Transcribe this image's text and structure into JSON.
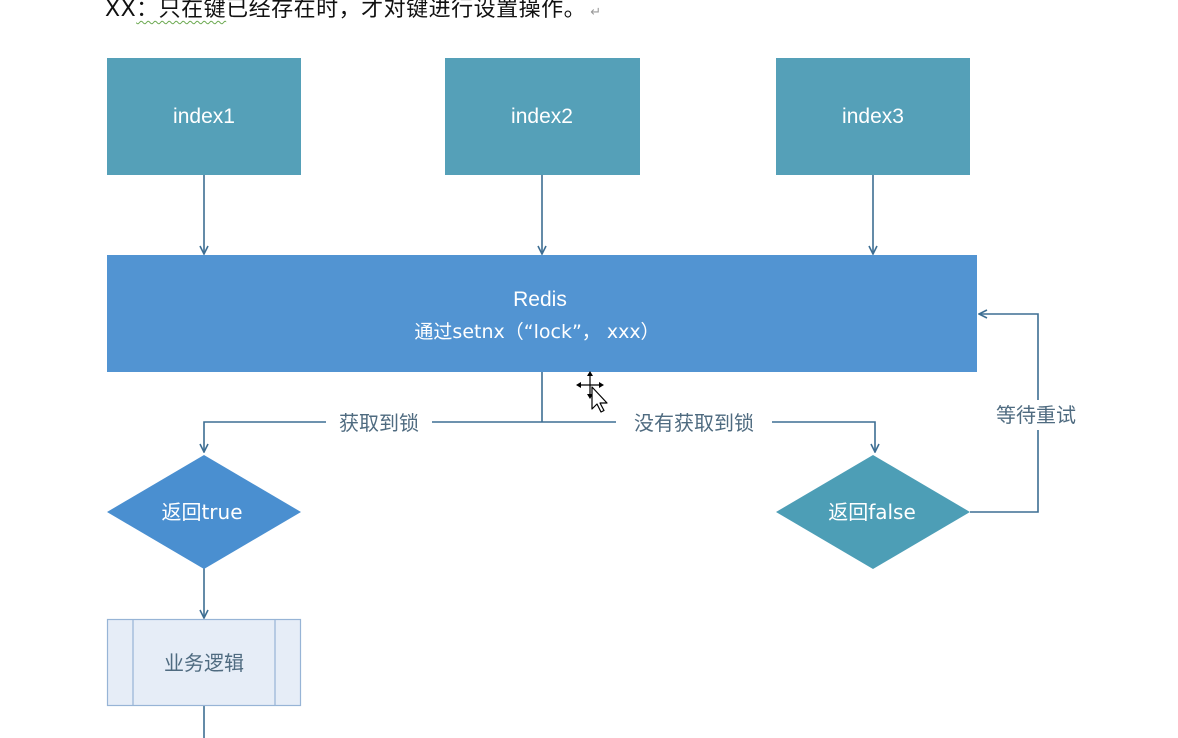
{
  "document": {
    "line_prefix": "XX",
    "line_text_underlined": "：只在键",
    "line_text_rest": "已经存在时，才对键进行设置操作。",
    "paragraph_mark": "↵"
  },
  "diagram": {
    "nodes": {
      "index1": "index1",
      "index2": "index2",
      "index3": "index3",
      "redis_title": "Redis",
      "redis_subtitle": "通过setnx（“lock”， xxx）",
      "return_true": "返回true",
      "return_false": "返回false",
      "business_logic": "业务逻辑"
    },
    "edge_labels": {
      "acquired": "获取到锁",
      "not_acquired": "没有获取到锁",
      "wait_retry": "等待重试"
    },
    "colors": {
      "index_box": "#55a0b8",
      "redis_box": "#5294d2",
      "true_diamond": "#4a8fd0",
      "false_diamond": "#4d9eb6",
      "process_fill": "#e6edf7",
      "process_border": "#97b4d6",
      "connector": "#3d6e93",
      "label_text": "#4f6b80",
      "node_text": "#ffffff"
    }
  }
}
